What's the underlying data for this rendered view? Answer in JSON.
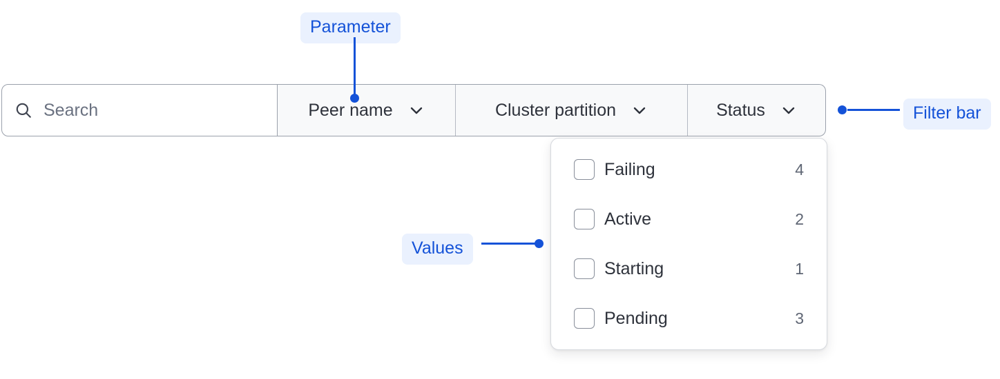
{
  "colors": {
    "annotation_blue": "#1452d8",
    "annotation_chip_bg": "#eaf1fe",
    "bar_border": "#9aa0ab",
    "dropdown_bg": "#f8f9fa",
    "panel_border": "#d6d9de",
    "text_primary": "#2e323b",
    "text_muted": "#5f6674",
    "page_bg": "#ffffff"
  },
  "filter_bar": {
    "search": {
      "icon": "search-icon",
      "value": "",
      "placeholder": "Search"
    },
    "dropdowns": [
      {
        "label": "Peer name",
        "icon": "chevron-down-icon",
        "expanded": false
      },
      {
        "label": "Cluster partition",
        "icon": "chevron-down-icon",
        "expanded": false
      },
      {
        "label": "Status",
        "icon": "chevron-down-icon",
        "expanded": true
      }
    ]
  },
  "values_panel": {
    "open_for": "Status",
    "options": [
      {
        "label": "Failing",
        "count": "4",
        "checked": false
      },
      {
        "label": "Active",
        "count": "2",
        "checked": false
      },
      {
        "label": "Starting",
        "count": "1",
        "checked": false
      },
      {
        "label": "Pending",
        "count": "3",
        "checked": false
      }
    ]
  },
  "annotations": {
    "parameter": "Parameter",
    "values": "Values",
    "filter_bar": "Filter bar"
  }
}
